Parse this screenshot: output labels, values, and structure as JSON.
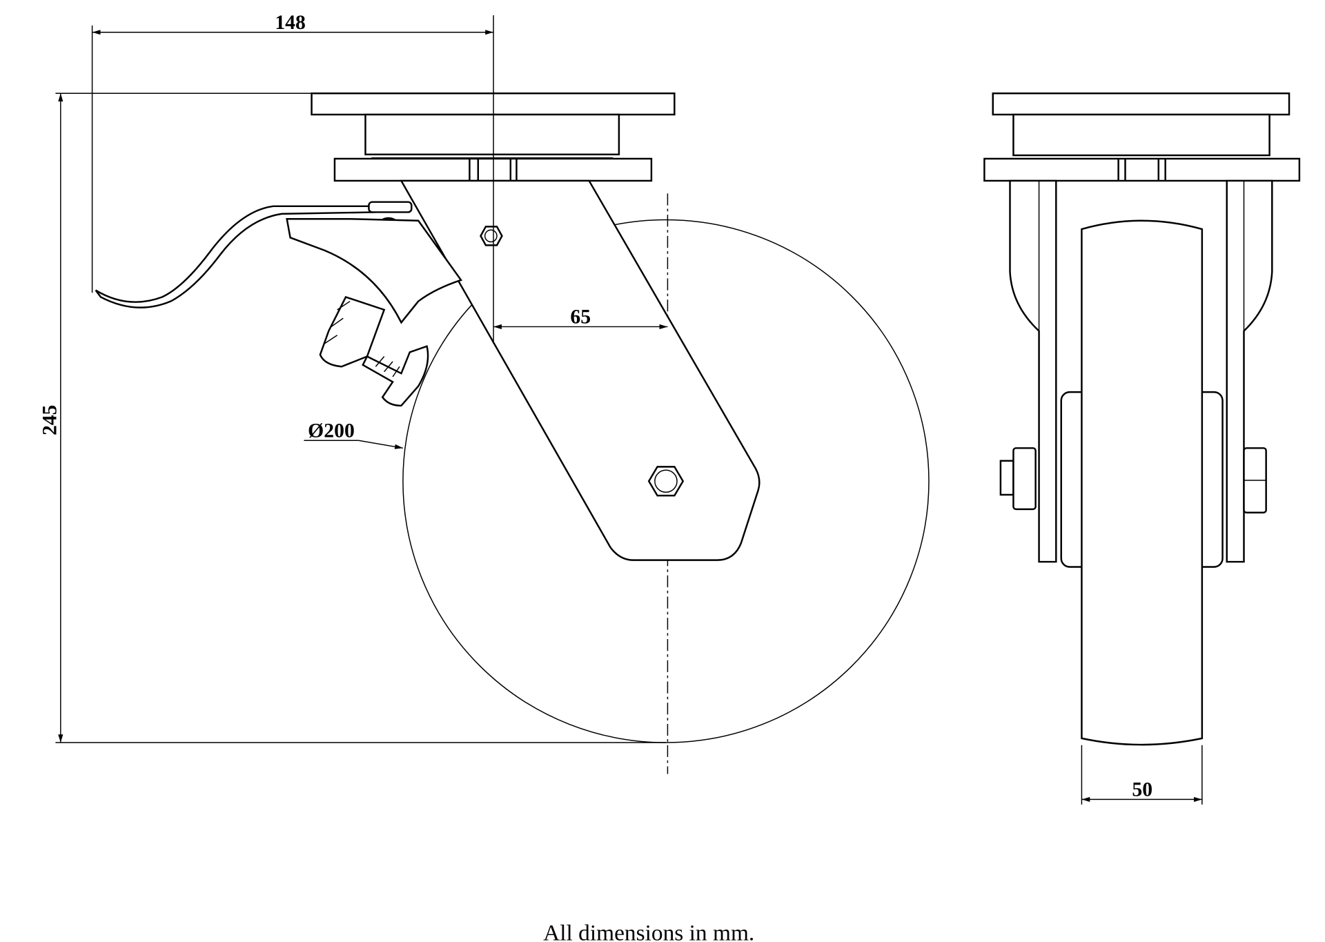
{
  "title": "Swivel castor with brake - technical drawing",
  "dimensions": {
    "lever_offset": "148",
    "total_height": "245",
    "swivel_offset": "65",
    "wheel_diameter": "Ø200",
    "wheel_width": "50"
  },
  "caption": "All dimensions in mm.",
  "colors": {
    "line": "#000000",
    "background": "#ffffff"
  }
}
